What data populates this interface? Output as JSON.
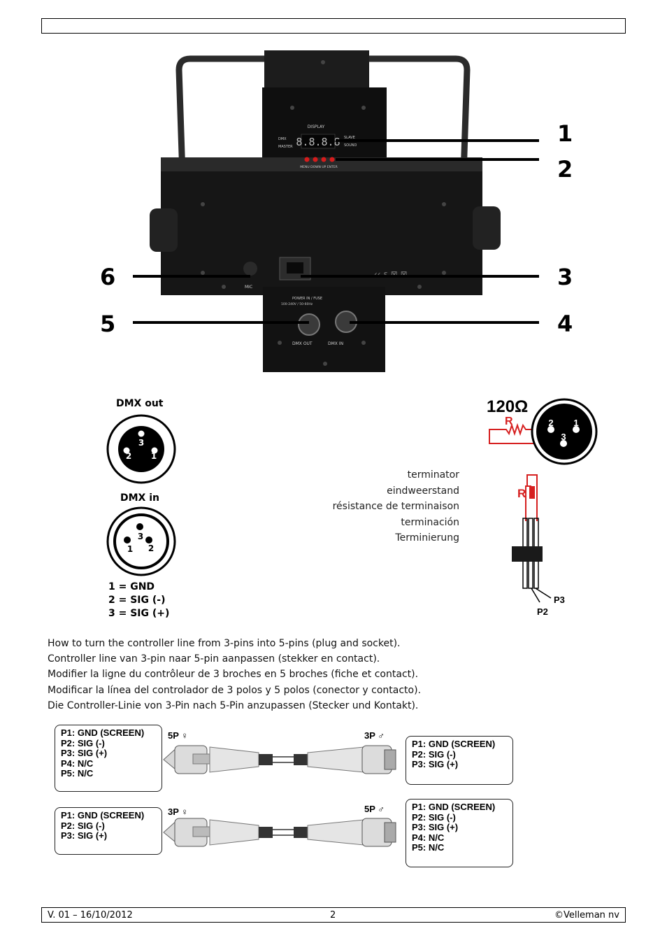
{
  "callouts": [
    "1",
    "2",
    "3",
    "4",
    "5",
    "6"
  ],
  "device_panel": {
    "display_label": "DISPLAY",
    "mode_dmx": "DMX",
    "mode_master": "MASTER",
    "mode_slave": "SLAVE",
    "mode_sound": "SOUND",
    "segments": "8.8.8.8",
    "buttons_label": "MENU DOWN UP ENTER",
    "power_label": "POWER IN / FUSE",
    "power_spec": "100-240V / 50-60Hz",
    "mic_label": "MIC",
    "dmx_out_label": "DMX OUT",
    "dmx_in_label": "DMX IN"
  },
  "dmx_out": {
    "title": "DMX out",
    "pins": [
      "3",
      "2",
      "1"
    ]
  },
  "dmx_in": {
    "title": "DMX in",
    "pins": [
      "3",
      "1",
      "2"
    ]
  },
  "pin_legend": [
    "1 = GND",
    "2 = SIG (-)",
    "3 = SIG (+)"
  ],
  "terminator": {
    "resistance": "120Ω",
    "resistor_label": "R",
    "pins": [
      "2",
      "1",
      "3"
    ],
    "labels": [
      "terminator",
      "eindweerstand",
      "résistance de terminaison",
      "terminación",
      "Terminierung"
    ],
    "p3": "P3",
    "p2": "P2"
  },
  "instructions": [
    "How to turn the controller line from 3-pins into 5-pins (plug and socket).",
    "Controller line van 3-pin naar 5-pin aanpassen (stekker en contact).",
    "Modifier la ligne du contrôleur de 3 broches en 5 broches (fiche et contact).",
    "Modificar la línea del controlador de 3 polos y 5 polos (conector y contacto).",
    "Die Controller-Linie von 3-Pin nach 5-Pin anzupassen (Stecker und Kontakt)."
  ],
  "adapters": [
    {
      "left_label": "5P ♀",
      "right_label": "3P ♂",
      "left_pins": [
        "P1: GND (SCREEN)",
        "P2: SIG (-)",
        "P3: SIG (+)",
        "P4: N/C",
        "P5: N/C"
      ],
      "right_pins": [
        "P1: GND (SCREEN)",
        "P2: SIG (-)",
        "P3: SIG (+)"
      ]
    },
    {
      "left_label": "3P ♀",
      "right_label": "5P ♂",
      "left_pins": [
        "P1: GND (SCREEN)",
        "P2: SIG (-)",
        "P3: SIG (+)"
      ],
      "right_pins": [
        "P1: GND (SCREEN)",
        "P2: SIG (-)",
        "P3: SIG (+)",
        "P4: N/C",
        "P5: N/C"
      ]
    }
  ],
  "footer": {
    "version": "V. 01 – 16/10/2012",
    "page": "2",
    "copyright": "©Velleman nv"
  }
}
